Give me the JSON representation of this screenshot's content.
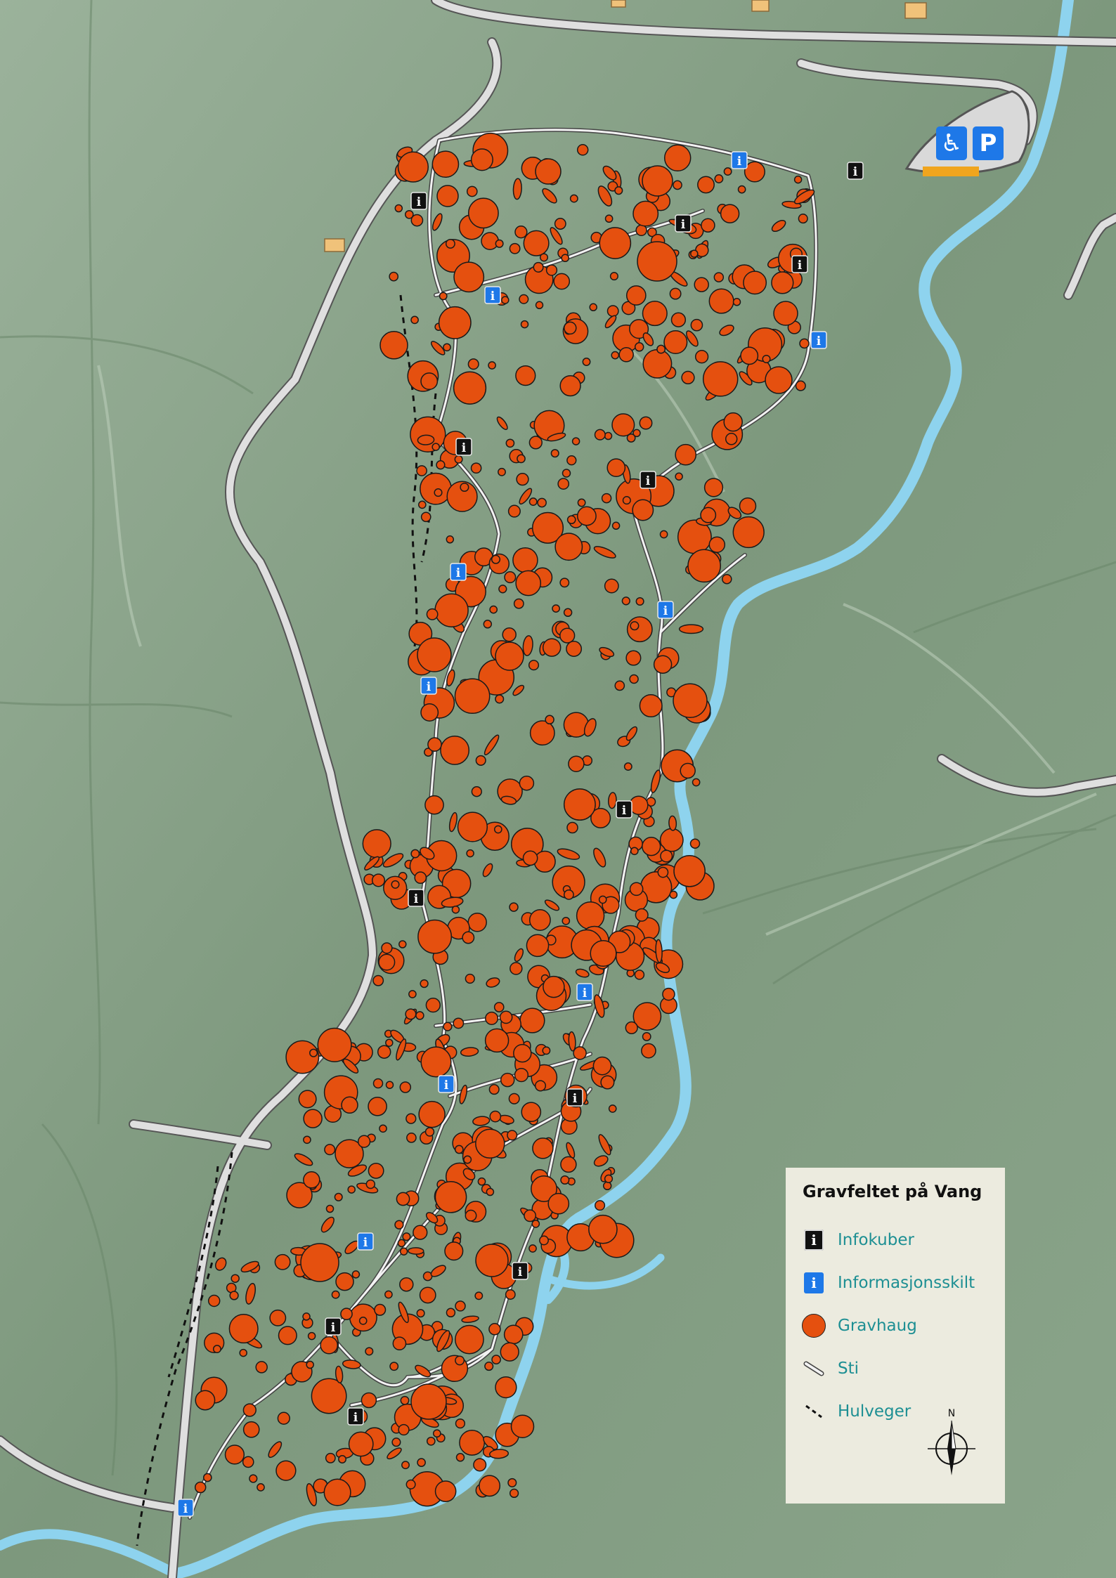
{
  "legend": {
    "title": "Gravfeltet på Vang",
    "items": [
      {
        "label": "Infokuber",
        "symbol": "info-cube-icon"
      },
      {
        "label": "Informasjonsskilt",
        "symbol": "info-sign-icon"
      },
      {
        "label": "Gravhaug",
        "symbol": "burial-mound-icon"
      },
      {
        "label": "Sti",
        "symbol": "path-icon"
      },
      {
        "label": "Hulveger",
        "symbol": "sunken-road-icon"
      }
    ],
    "info_glyph": "i",
    "compass_label": "N"
  },
  "parking": {
    "parking_glyph": "P",
    "accessible_glyph": "♿"
  },
  "colors": {
    "terrain": "#7f9a7f",
    "terrain_light": "#a3b8a2",
    "river": "#8ed3ee",
    "mound": "#e5500f",
    "info_cube": "#111111",
    "info_sign": "#1e78e8",
    "legend_bg": "#ecebdf",
    "legend_text": "#1d8f93"
  }
}
